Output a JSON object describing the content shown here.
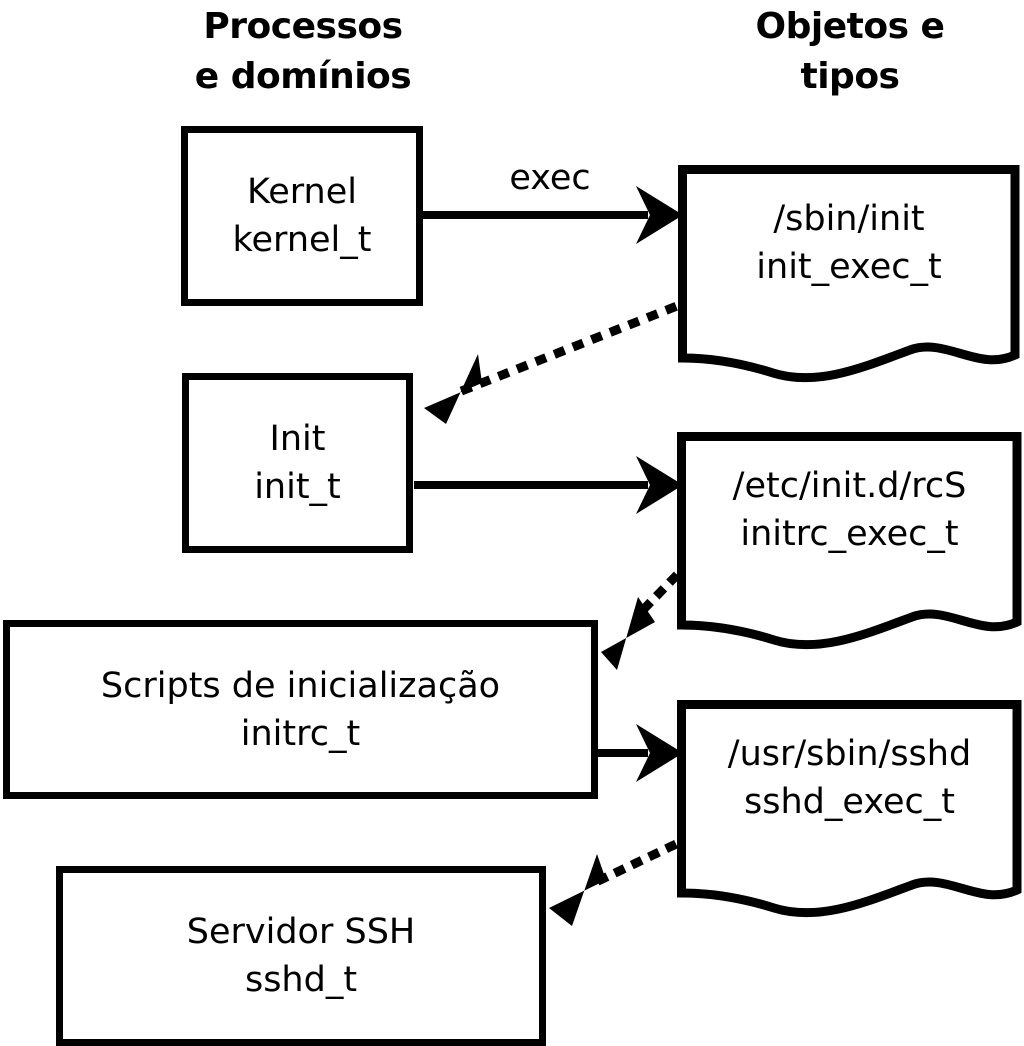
{
  "diagram": {
    "title": "SELinux processos, dominios, objetos e tipos",
    "background_color": "#ffffff",
    "stroke_color": "#000000"
  },
  "columns": {
    "left_header": "Processos\ne domínios",
    "left_header_line1": "Processos",
    "left_header_line2": "e domínios",
    "right_header": "Objetos e\ntipos",
    "right_header_line1": "Objetos e",
    "right_header_line2": "tipos"
  },
  "process_boxes": [
    {
      "id": "kernel",
      "name": "Kernel",
      "type": "kernel_t",
      "line1": "Kernel",
      "line2": "kernel_t"
    },
    {
      "id": "init",
      "name": "Init",
      "type": "init_t",
      "line1": "Init",
      "line2": "init_t"
    },
    {
      "id": "initrc",
      "name": "Scripts de inicialização",
      "type": "initrc_t",
      "line1": "Scripts de inicialização",
      "line2": "initrc_t"
    },
    {
      "id": "sshd",
      "name": "Servidor SSH",
      "type": "sshd_t",
      "line1": "Servidor SSH",
      "line2": "sshd_t"
    }
  ],
  "object_docs": [
    {
      "id": "init-exec",
      "path": "/sbin/init",
      "type": "init_exec_t",
      "line1": "/sbin/init",
      "line2": "init_exec_t"
    },
    {
      "id": "initrc-exec",
      "path": "/etc/init.d/rcS",
      "type": "initrc_exec_t",
      "line1": "/etc/init.d/rcS",
      "line2": "initrc_exec_t"
    },
    {
      "id": "sshd-exec",
      "path": "/usr/sbin/sshd",
      "type": "sshd_exec_t",
      "line1": "/usr/sbin/sshd",
      "line2": "sshd_exec_t"
    }
  ],
  "edges": [
    {
      "id": "kernel-exec-init",
      "label": "exec",
      "style": "solid",
      "from": "kernel",
      "to": "init-exec"
    },
    {
      "id": "init-exec-transition",
      "label": "",
      "style": "dotted",
      "from": "init-exec",
      "to": "init"
    },
    {
      "id": "init-exec-rcs",
      "label": "",
      "style": "solid",
      "from": "init",
      "to": "initrc-exec"
    },
    {
      "id": "initrc-exec-transition",
      "label": "",
      "style": "dotted",
      "from": "initrc-exec",
      "to": "initrc"
    },
    {
      "id": "initrc-exec-sshd",
      "label": "",
      "style": "solid",
      "from": "initrc",
      "to": "sshd-exec"
    },
    {
      "id": "sshd-exec-transition",
      "label": "",
      "style": "dotted",
      "from": "sshd-exec",
      "to": "sshd"
    }
  ]
}
